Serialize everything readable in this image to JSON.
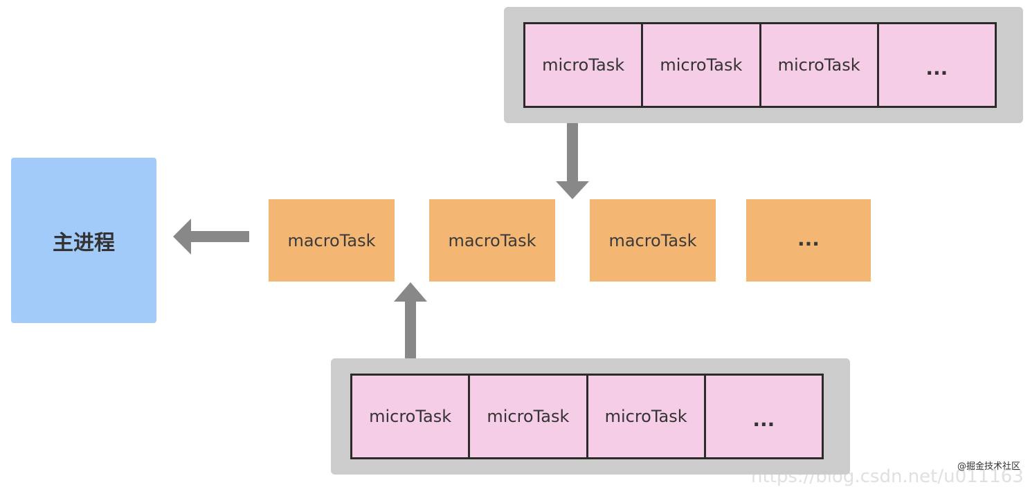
{
  "main_process": {
    "label": "主进程"
  },
  "macro_tasks": [
    "macroTask",
    "macroTask",
    "macroTask",
    "..."
  ],
  "micro_queue_top": [
    "microTask",
    "microTask",
    "microTask",
    "..."
  ],
  "micro_queue_bottom": [
    "microTask",
    "microTask",
    "microTask",
    "..."
  ],
  "watermark": "@掘金技术社区",
  "url_watermark": "https://blog.csdn.net/u011163",
  "colors": {
    "main_process": "#a3cbfa",
    "macro_task": "#f4b673",
    "micro_task": "#f6cde6",
    "queue_tray": "#cccccc",
    "arrow": "#888888"
  }
}
